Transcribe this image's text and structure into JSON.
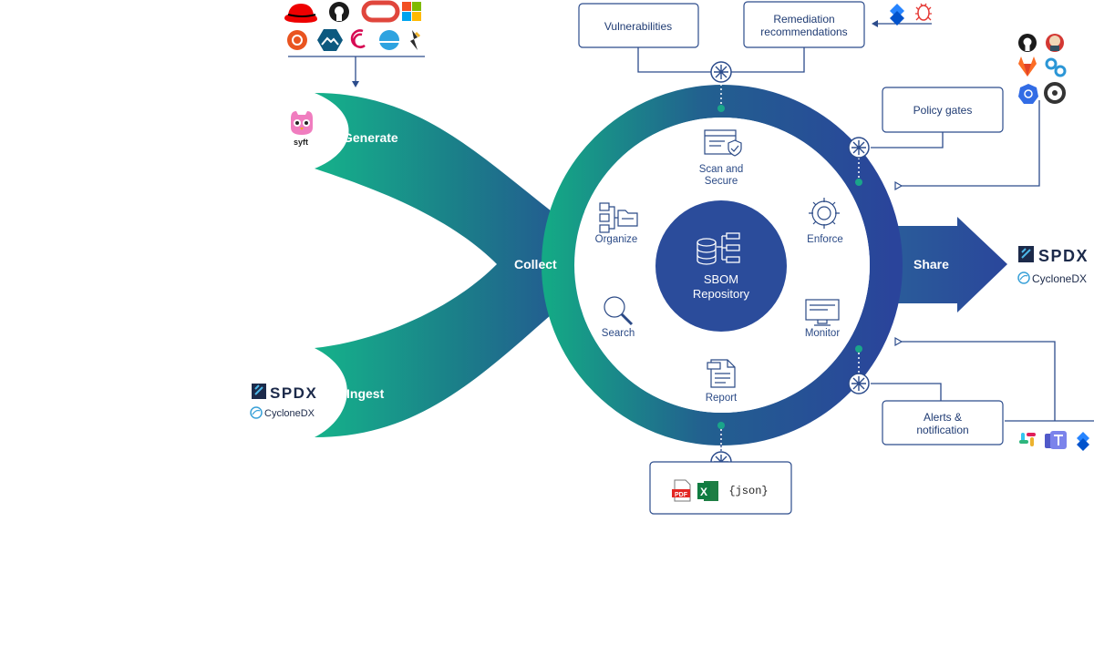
{
  "flow": {
    "generate": "Generate",
    "ingest": "Ingest",
    "collect": "Collect",
    "share": "Share"
  },
  "ring": {
    "scan_line1": "Scan and",
    "scan_line2": "Secure",
    "organize": "Organize",
    "enforce": "Enforce",
    "search": "Search",
    "monitor": "Monitor",
    "report": "Report"
  },
  "center": {
    "line1": "SBOM",
    "line2": "Repository"
  },
  "boxes": {
    "vulnerabilities": "Vulnerabilities",
    "remediation_line1": "Remediation",
    "remediation_line2": "recommendations",
    "policy_gates": "Policy gates",
    "alerts_line1": "Alerts &",
    "alerts_line2": "notification"
  },
  "logos": {
    "syft": "syft",
    "spdx": "SPDX",
    "cyclonedx": "CycloneDX",
    "json": "{json}",
    "pdf": "PDF",
    "excel": "X"
  },
  "colors": {
    "teal": "#16a886",
    "navy": "#27489a",
    "center": "#2b4c9b",
    "line": "#2c4c8c"
  },
  "icons": {
    "top_sources": [
      "redhat-icon",
      "github-icon",
      "oracle-icon",
      "microsoft-icon",
      "ubuntu-icon",
      "alpine-icon",
      "debian-icon",
      "distroless-icon",
      "python-icon"
    ],
    "ci_tools": [
      "github-icon",
      "jenkins-icon",
      "gitlab-icon",
      "circleci-icon",
      "kubernetes-icon",
      "circle-o-icon"
    ],
    "remediation_tools": [
      "jira-icon",
      "bug-icon"
    ],
    "notify_tools": [
      "slack-icon",
      "teams-icon",
      "jira-icon"
    ]
  }
}
